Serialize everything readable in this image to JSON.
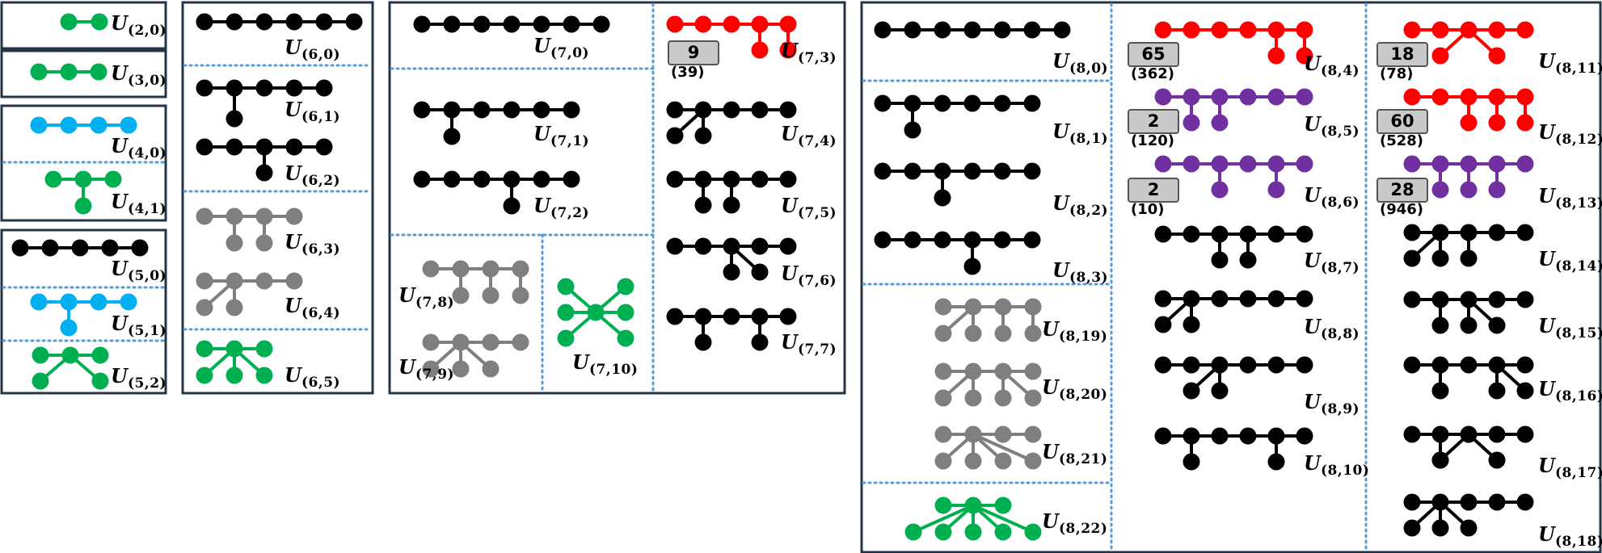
{
  "colors": {
    "black": "#000000",
    "gray": "#7f7f7f",
    "green": "#00b050",
    "blue": "#00b0f0",
    "red": "#ff0000",
    "purple": "#7030a0",
    "frame": "#243447",
    "divider": "#5b9bd5"
  },
  "graphs": [
    {
      "id": "2-0",
      "label": "U",
      "sub": "(2,0)"
    },
    {
      "id": "3-0",
      "label": "U",
      "sub": "(3,0)"
    },
    {
      "id": "4-0",
      "label": "U",
      "sub": "(4,0)"
    },
    {
      "id": "4-1",
      "label": "U",
      "sub": "(4,1)"
    },
    {
      "id": "5-0",
      "label": "U",
      "sub": "(5,0)"
    },
    {
      "id": "5-1",
      "label": "U",
      "sub": "(5,1)"
    },
    {
      "id": "5-2",
      "label": "U",
      "sub": "(5,2)"
    },
    {
      "id": "6-0",
      "label": "U",
      "sub": "(6,0)"
    },
    {
      "id": "6-1",
      "label": "U",
      "sub": "(6,1)"
    },
    {
      "id": "6-2",
      "label": "U",
      "sub": "(6,2)"
    },
    {
      "id": "6-3",
      "label": "U",
      "sub": "(6,3)"
    },
    {
      "id": "6-4",
      "label": "U",
      "sub": "(6,4)"
    },
    {
      "id": "6-5",
      "label": "U",
      "sub": "(6,5)"
    },
    {
      "id": "7-0",
      "label": "U",
      "sub": "(7,0)"
    },
    {
      "id": "7-1",
      "label": "U",
      "sub": "(7,1)"
    },
    {
      "id": "7-2",
      "label": "U",
      "sub": "(7,2)"
    },
    {
      "id": "7-8",
      "label": "U",
      "sub": "(7,8)"
    },
    {
      "id": "7-9",
      "label": "U",
      "sub": "(7,9)"
    },
    {
      "id": "7-10",
      "label": "U",
      "sub": "(7,10)"
    },
    {
      "id": "7-3",
      "label": "U",
      "sub": "(7,3)",
      "badge": "9",
      "count": "(39)"
    },
    {
      "id": "7-4",
      "label": "U",
      "sub": "(7,4)"
    },
    {
      "id": "7-5",
      "label": "U",
      "sub": "(7,5)"
    },
    {
      "id": "7-6",
      "label": "U",
      "sub": "(7,6)"
    },
    {
      "id": "7-7",
      "label": "U",
      "sub": "(7,7)"
    },
    {
      "id": "8-0",
      "label": "U",
      "sub": "(8,0)"
    },
    {
      "id": "8-1",
      "label": "U",
      "sub": "(8,1)"
    },
    {
      "id": "8-2",
      "label": "U",
      "sub": "(8,2)"
    },
    {
      "id": "8-3",
      "label": "U",
      "sub": "(8,3)"
    },
    {
      "id": "8-19",
      "label": "U",
      "sub": "(8,19)"
    },
    {
      "id": "8-20",
      "label": "U",
      "sub": "(8,20)"
    },
    {
      "id": "8-21",
      "label": "U",
      "sub": "(8,21)"
    },
    {
      "id": "8-22",
      "label": "U",
      "sub": "(8,22)"
    },
    {
      "id": "8-4",
      "label": "U",
      "sub": "(8,4)",
      "badge": "65",
      "count": "(362)"
    },
    {
      "id": "8-5",
      "label": "U",
      "sub": "(8,5)",
      "badge": "2",
      "count": "(120)"
    },
    {
      "id": "8-6",
      "label": "U",
      "sub": "(8,6)",
      "badge": "2",
      "count": "(10)"
    },
    {
      "id": "8-7",
      "label": "U",
      "sub": "(8,7)"
    },
    {
      "id": "8-8",
      "label": "U",
      "sub": "(8,8)"
    },
    {
      "id": "8-9",
      "label": "U",
      "sub": "(8,9)"
    },
    {
      "id": "8-10",
      "label": "U",
      "sub": "(8,10)"
    },
    {
      "id": "8-11",
      "label": "U",
      "sub": "(8,11)",
      "badge": "18",
      "count": "(78)"
    },
    {
      "id": "8-12",
      "label": "U",
      "sub": "(8,12)",
      "badge": "60",
      "count": "(528)"
    },
    {
      "id": "8-13",
      "label": "U",
      "sub": "(8,13)",
      "badge": "28",
      "count": "(946)"
    },
    {
      "id": "8-14",
      "label": "U",
      "sub": "(8,14)"
    },
    {
      "id": "8-15",
      "label": "U",
      "sub": "(8,15)"
    },
    {
      "id": "8-16",
      "label": "U",
      "sub": "(8,16)"
    },
    {
      "id": "8-17",
      "label": "U",
      "sub": "(8,17)"
    },
    {
      "id": "8-18",
      "label": "U",
      "sub": "(8,18)"
    }
  ]
}
